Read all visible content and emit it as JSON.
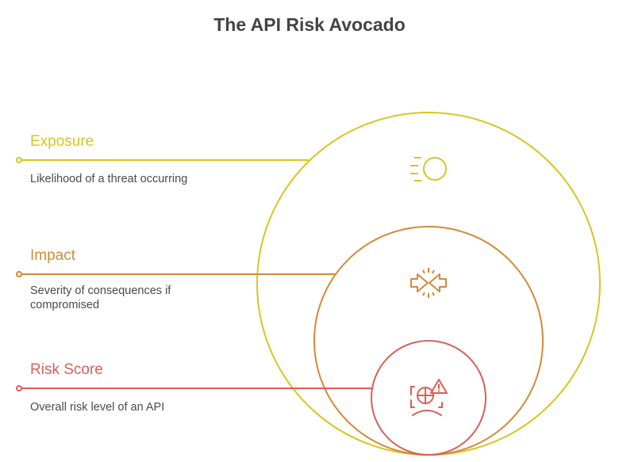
{
  "title": "The API Risk Avocado",
  "layers": [
    {
      "name": "Exposure",
      "description": "Likelihood of a threat occurring",
      "color": "#d9c521",
      "icon": "headlight-icon"
    },
    {
      "name": "Impact",
      "description": "Severity of consequences if compromised",
      "color": "#d38a35",
      "icon": "collision-arrows-icon"
    },
    {
      "name": "Risk Score",
      "description": "Overall risk level of an API",
      "color": "#d95f55",
      "icon": "global-risk-warning-icon"
    }
  ]
}
